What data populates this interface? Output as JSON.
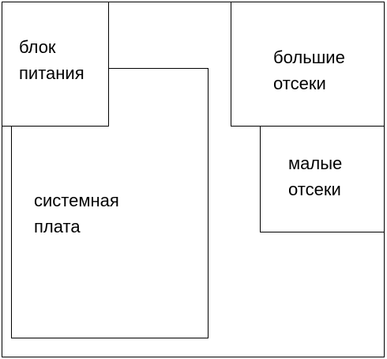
{
  "diagram": {
    "line_color": "#000000",
    "background": "#ffffff",
    "blocks": {
      "case": {
        "label": ""
      },
      "power_supply": {
        "label_line1": "блок",
        "label_line2": "питания"
      },
      "motherboard": {
        "label_line1": "системная",
        "label_line2": "плата"
      },
      "large_bays": {
        "label_line1": "большие",
        "label_line2": "отсеки"
      },
      "small_bays": {
        "label_line1": "малые",
        "label_line2": "отсеки"
      }
    }
  }
}
